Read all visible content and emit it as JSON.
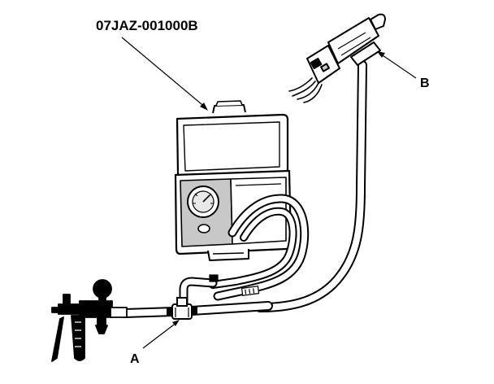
{
  "labels": {
    "tool_part_number": "07JAZ-001000B",
    "callout_a": "A",
    "callout_b": "B"
  },
  "icons": {
    "tester_case": "tester-case-icon",
    "pressure_gauge": "pressure-gauge-icon",
    "connector": "connector-icon",
    "regulator": "air-regulator-icon"
  },
  "colors": {
    "line": "#000000",
    "panel_fill": "#c8c8c8",
    "background": "#ffffff"
  }
}
